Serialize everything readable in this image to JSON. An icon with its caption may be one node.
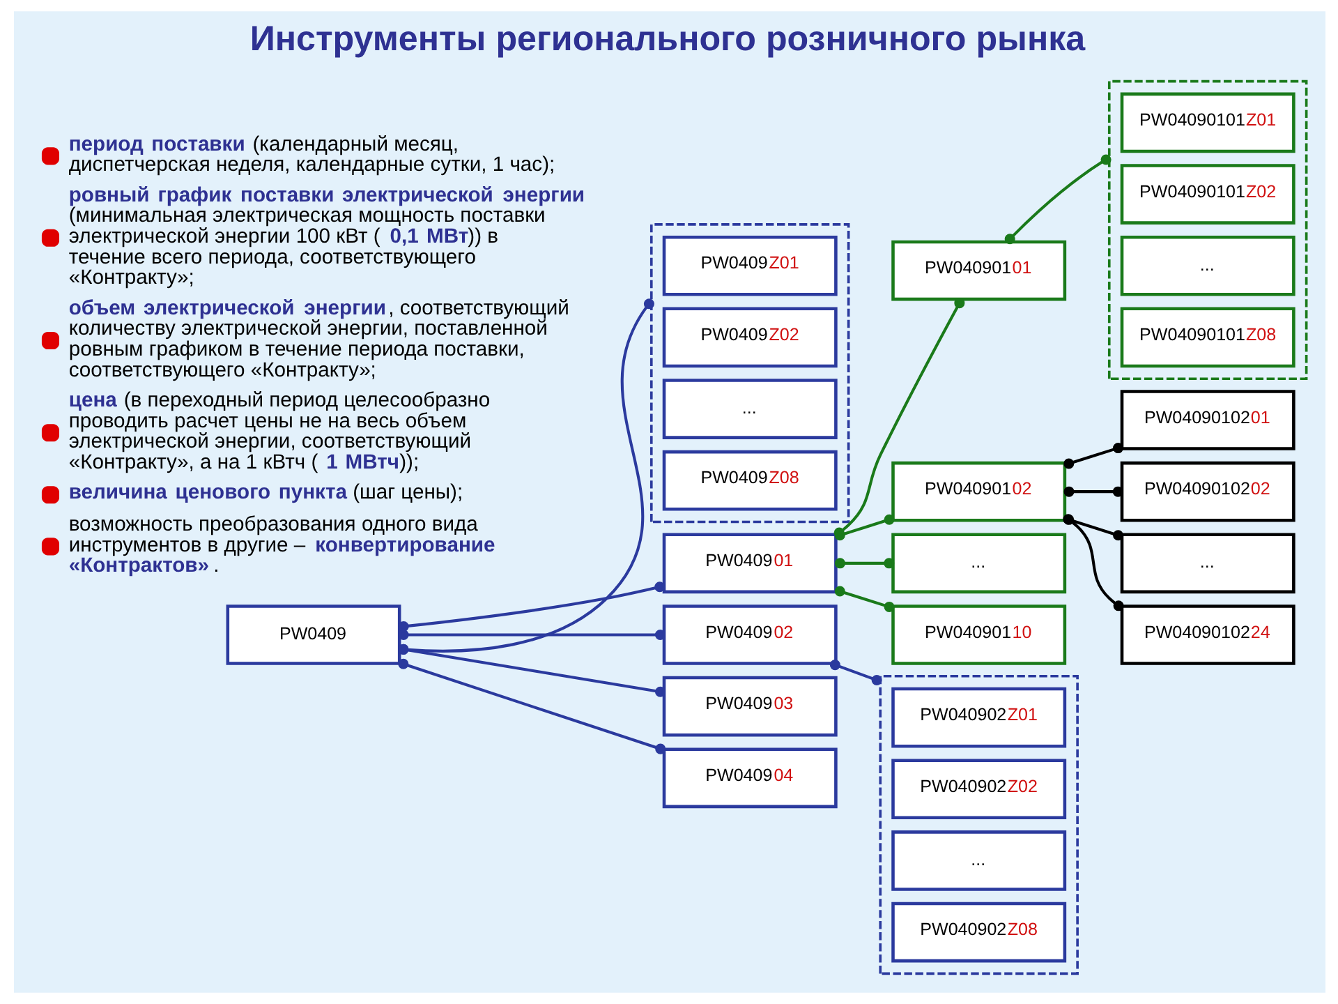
{
  "diagram": {
    "title": "Инструменты регионального розничного рынка",
    "nodes": [
      {
        "text": [
          "PW0409"
        ]
      },
      {
        "text": [],
        "shape": "box"
      },
      {
        "text": [
          "PW0409Z01"
        ],
        "in": 1
      },
      {
        "text": [
          "PW0409Z02"
        ],
        "in": 1
      },
      {
        "text": [
          "..."
        ],
        "in": 1
      },
      {
        "text": [
          "PW0409Z08"
        ],
        "in": 1
      },
      {
        "text": [
          "PW040901"
        ]
      },
      {
        "text": [
          "PW040902"
        ]
      },
      {
        "text": [
          "PW040903"
        ]
      },
      {
        "text": [
          "PW040904"
        ]
      },
      {
        "text": [],
        "shape": "box"
      },
      {
        "text": [
          "PW040902Z01"
        ],
        "in": 10
      },
      {
        "text": [
          "PW040902Z02"
        ],
        "in": 10
      },
      {
        "text": [
          "..."
        ],
        "in": 10
      },
      {
        "text": [
          "PW040902Z08"
        ],
        "in": 10
      },
      {
        "text": [
          "PW04090101"
        ]
      },
      {
        "text": [
          "PW04090102"
        ]
      },
      {
        "text": [
          "..."
        ]
      },
      {
        "text": [
          "PW04090110"
        ]
      },
      {
        "text": [],
        "shape": "box"
      },
      {
        "text": [
          "PW04090101Z01"
        ],
        "in": 19
      },
      {
        "text": [
          "PW04090101Z02"
        ],
        "in": 19
      },
      {
        "text": [
          "..."
        ],
        "in": 19
      },
      {
        "text": [
          "PW04090101Z08"
        ],
        "in": 19
      },
      {
        "text": [
          "PW0409010201"
        ]
      },
      {
        "text": [
          "PW0409010202"
        ]
      },
      {
        "text": [
          "..."
        ]
      },
      {
        "text": [
          "PW0409010224"
        ]
      }
    ],
    "edges": [
      {
        "from": 0,
        "to": 1,
        "arrow": "other"
      },
      {
        "from": 0,
        "to": 6,
        "arrow": "other"
      },
      {
        "from": 0,
        "to": 7,
        "arrow": "other"
      },
      {
        "from": 0,
        "to": 8,
        "arrow": "other"
      },
      {
        "from": 0,
        "to": 9,
        "arrow": "other"
      },
      {
        "from": 7,
        "to": 10,
        "arrow": "other"
      },
      {
        "from": 6,
        "to": 15,
        "arrow": "other",
        "color": "#1a7a1a"
      },
      {
        "from": 6,
        "to": 16,
        "arrow": "other",
        "color": "#1a7a1a"
      },
      {
        "from": 6,
        "to": 17,
        "arrow": "other",
        "color": "#1a7a1a"
      },
      {
        "from": 6,
        "to": 18,
        "arrow": "other",
        "color": "#1a7a1a"
      },
      {
        "from": 15,
        "to": 19,
        "arrow": "other",
        "color": "#1a7a1a"
      },
      {
        "from": 16,
        "to": 24,
        "arrow": "other",
        "color": "#000000"
      },
      {
        "from": 16,
        "to": 25,
        "arrow": "other",
        "color": "#000000"
      },
      {
        "from": 16,
        "to": 26,
        "arrow": "other",
        "color": "#000000"
      },
      {
        "from": 16,
        "to": 27,
        "arrow": "other",
        "color": "#000000"
      }
    ],
    "labels": [
      "**период поставки** (календарный месяц, диспетчерская неделя, календарные сутки, 1 час);",
      "**ровный график поставки электрической энергии** (минимальная электрическая мощность поставки электрической энергии 100 кВт (**0,1 МВт**)) в течение всего периода, соответствующего «Контракту»;",
      "**объем электрической энергии**, соответствующий количеству электрической энергии, поставленной ровным графиком в течение периода поставки, соответствующего «Контракту»;",
      "**цена** (в переходный период целесообразно проводить расчет цены не на весь объем электрической энергии, соответствующий «Контракту», а на 1 кВтч (**1 МВтч**));",
      "**величина ценового пункта** (шаг цены);",
      "возможность преобразования одного вида инструментов в другие – **конвертирование «Контрактов»**."
    ]
  }
}
